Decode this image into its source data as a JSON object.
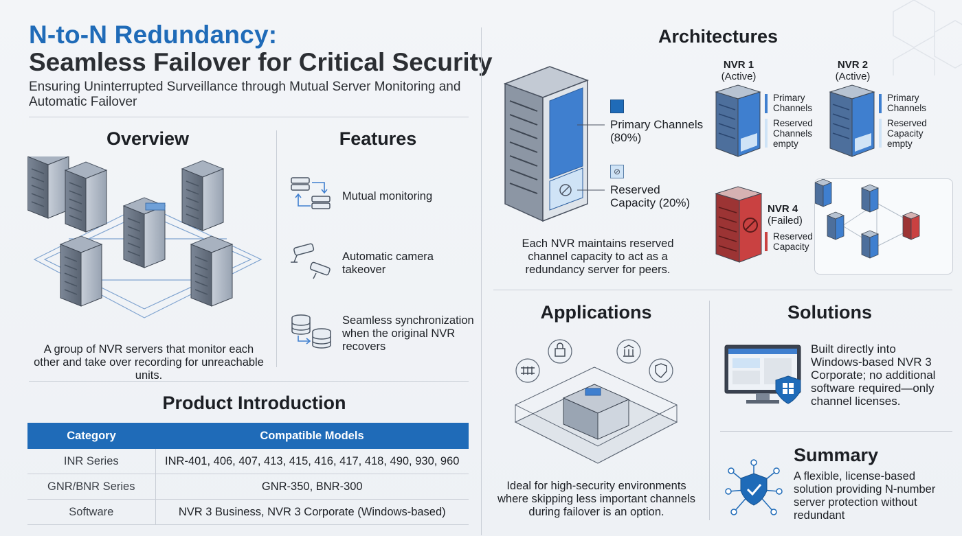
{
  "header": {
    "title_line1": "N-to-N Redundancy:",
    "title_line2": "Seamless Failover for Critical Security",
    "subtitle": "Ensuring Uninterrupted Surveillance through Mutual Server Monitoring and Automatic Failover"
  },
  "overview": {
    "title": "Overview",
    "description": "A group of NVR servers that monitor each other and take over recording for unreachable units."
  },
  "features": {
    "title": "Features",
    "items": [
      {
        "label": "Mutual monitoring",
        "icon": "server-sync-icon"
      },
      {
        "label": "Automatic camera takeover",
        "icon": "camera-icon"
      },
      {
        "label": "Seamless synchronization when the original NVR recovers",
        "icon": "database-sync-icon"
      }
    ]
  },
  "product_intro": {
    "title": "Product Introduction",
    "headers": [
      "Category",
      "Compatible Models"
    ],
    "rows": [
      {
        "category": "INR Series",
        "models": "INR-401, 406, 407, 413, 415, 416, 417, 418, 490, 930, 960"
      },
      {
        "category": "GNR/BNR Series",
        "models": "GNR-350, BNR-300"
      },
      {
        "category": "Software",
        "models": "NVR 3 Business, NVR 3 Corporate (Windows-based)"
      }
    ]
  },
  "architectures": {
    "title": "Architectures",
    "legend_primary": "Primary Channels (80%)",
    "legend_reserved": "Reserved Capacity (20%)",
    "primary_percent": 80,
    "reserved_percent": 20,
    "description": "Each NVR maintains reserved channel capacity to act as a redundancy server for peers.",
    "nvr1": {
      "name": "NVR 1",
      "status": "(Active)",
      "label_a": "Primary Channels",
      "label_b": "Reserved Channels empty"
    },
    "nvr2": {
      "name": "NVR 2",
      "status": "(Active)",
      "label_a": "Primary Channels",
      "label_b": "Reserved Capacity empty"
    },
    "nvr4": {
      "name": "NVR 4",
      "status": "(Failed)",
      "label_b": "Reserved Capacity"
    }
  },
  "applications": {
    "title": "Applications",
    "description": "Ideal for high-security environments where skipping less important channels during failover is an option."
  },
  "solutions": {
    "title": "Solutions",
    "description": "Built directly into Windows-based NVR 3 Corporate; no additional software required—only channel licenses."
  },
  "summary": {
    "title": "Summary",
    "description": "A flexible, license-based solution providing N-number server protection without redundant"
  },
  "colors": {
    "accent_blue": "#1f6bb8",
    "active_blue": "#3f7fcf",
    "failed_red": "#c94141",
    "reserved_light": "#cfe3f6"
  }
}
